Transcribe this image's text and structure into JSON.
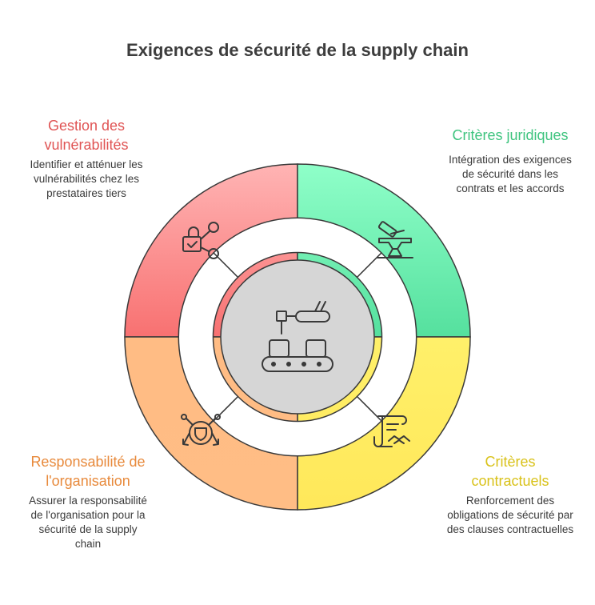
{
  "title": "Exigences de sécurité de la supply chain",
  "colors": {
    "red": "#f87d7d",
    "green": "#5ce6a7",
    "orange": "#ffb77a",
    "yellow": "#ffe85c",
    "center": "#d6d6d6",
    "outline": "#3a3a3a",
    "red_text": "#e05454",
    "green_text": "#3fc47f",
    "orange_text": "#e88a3c",
    "yellow_text": "#d9c21a"
  },
  "sections": {
    "vulnerabilities": {
      "heading": "Gestion des vulnérabilités",
      "description": "Identifier et atténuer les vulnérabilités chez les prestataires tiers",
      "icon": "padlock-network-icon"
    },
    "legal": {
      "heading": "Critères juridiques",
      "description": "Intégration des exigences de sécurité dans les contrats et les accords",
      "icon": "gavel-anvil-icon"
    },
    "responsibility": {
      "heading": "Responsabilité de l'organisation",
      "description": "Assurer la responsabilité de l'organisation pour la sécurité de la supply chain",
      "icon": "shield-network-icon"
    },
    "contractual": {
      "heading": "Critères contractuels",
      "description": "Renforcement des obligations de sécurité par des clauses contractuelles",
      "icon": "contract-handshake-icon"
    }
  },
  "center": {
    "icon": "conveyor-robot-icon"
  }
}
